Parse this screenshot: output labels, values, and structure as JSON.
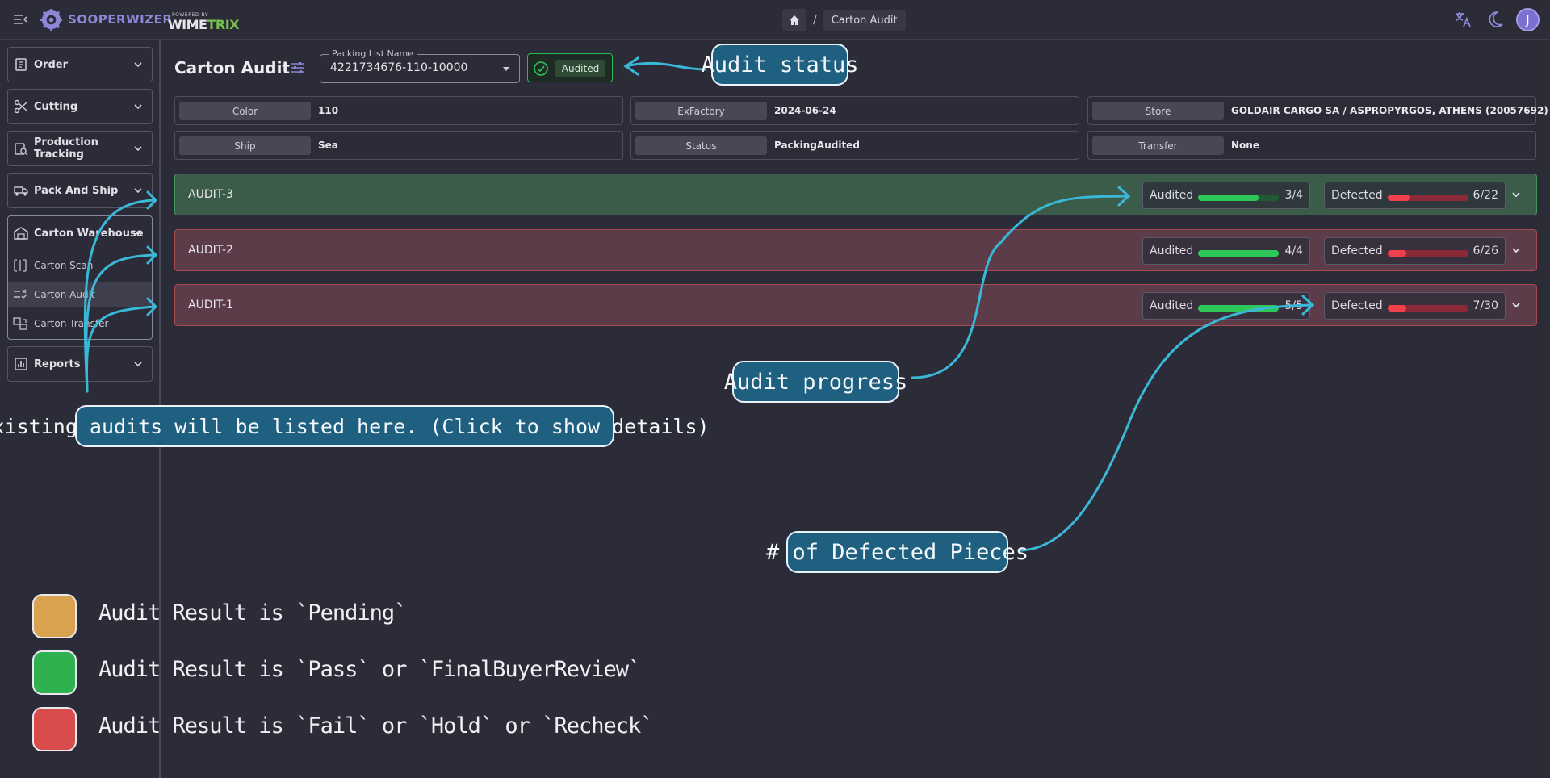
{
  "brand": {
    "name": "SOOPERWIZER",
    "powered_by": "POWERED BY",
    "partner_prefix": "WIME",
    "partner_suffix": "TRIX"
  },
  "breadcrumb": {
    "current": "Carton Audit"
  },
  "sidebar": {
    "items": [
      {
        "label": "Order"
      },
      {
        "label": "Cutting"
      },
      {
        "label": "Production Tracking"
      },
      {
        "label": "Pack And Ship"
      }
    ],
    "group": {
      "label": "Carton Warehouse",
      "children": [
        {
          "label": "Carton Scan"
        },
        {
          "label": "Carton Audit"
        },
        {
          "label": "Carton Transfer"
        }
      ]
    },
    "reports": {
      "label": "Reports"
    }
  },
  "user": {
    "initial": "J"
  },
  "page": {
    "title": "Carton Audit",
    "packing_list": {
      "legend": "Packing List Name",
      "value": "4221734676-110-10000"
    },
    "status_badge": "Audited"
  },
  "info": {
    "color": {
      "key": "Color",
      "value": "110"
    },
    "exfactory": {
      "key": "ExFactory",
      "value": "2024-06-24"
    },
    "store": {
      "key": "Store",
      "value": "GOLDAIR CARGO SA / ASPROPYRGOS, ATHENS (20057692) ..."
    },
    "ship": {
      "key": "Ship",
      "value": "Sea"
    },
    "status": {
      "key": "Status",
      "value": "PackingAudited"
    },
    "transfer": {
      "key": "Transfer",
      "value": "None"
    }
  },
  "audits": [
    {
      "name": "AUDIT-3",
      "result": "pass",
      "audited_label": "Audited",
      "audited": 3,
      "audited_total": 4,
      "audited_text": "3/4",
      "defected_label": "Defected",
      "defected": 6,
      "defected_total": 22,
      "defected_text": "6/22"
    },
    {
      "name": "AUDIT-2",
      "result": "fail",
      "audited_label": "Audited",
      "audited": 4,
      "audited_total": 4,
      "audited_text": "4/4",
      "defected_label": "Defected",
      "defected": 6,
      "defected_total": 26,
      "defected_text": "6/26"
    },
    {
      "name": "AUDIT-1",
      "result": "fail",
      "audited_label": "Audited",
      "audited": 5,
      "audited_total": 5,
      "audited_text": "5/5",
      "defected_label": "Defected",
      "defected": 7,
      "defected_total": 30,
      "defected_text": "7/30"
    }
  ],
  "callouts": {
    "audit_status": "Audit status",
    "audit_progress": "Audit progress",
    "existing_audits": "Existing audits will be listed here. (Click to show details)",
    "defected_pieces": "# of Defected Pieces"
  },
  "legend": [
    {
      "color": "#d9a24e",
      "text": "Audit Result is `Pending`"
    },
    {
      "color": "#2fb14f",
      "text": "Audit Result is `Pass` or `FinalBuyerReview`"
    },
    {
      "color": "#d84c4c",
      "text": "Audit Result is `Fail` or `Hold` or `Recheck`"
    }
  ],
  "colors": {
    "accent": "#7b70cf",
    "pass_row": "#3a5c48",
    "fail_row": "#5c3c48",
    "callout": "#1f5f80",
    "arrow": "#3ab8d8"
  }
}
